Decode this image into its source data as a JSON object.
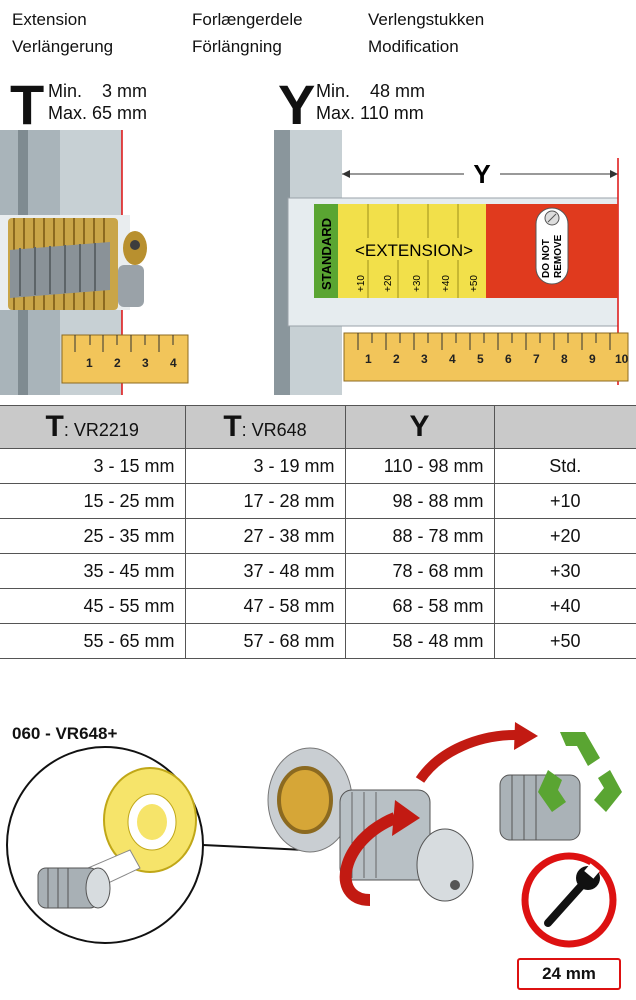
{
  "header": {
    "col1": [
      "Extension",
      "Verlängerung"
    ],
    "col2": [
      "Forlængerdele",
      "Förlängning"
    ],
    "col3": [
      "Verlengstukken",
      "Modification"
    ]
  },
  "left_spec": {
    "letter": "T",
    "min_label": "Min.",
    "min_value": "3 mm",
    "max_label": "Max.",
    "max_value": "65 mm"
  },
  "right_spec": {
    "letter": "Y",
    "min_label": "Min.",
    "min_value": "48 mm",
    "max_label": "Max.",
    "max_value": "110 mm"
  },
  "left_ruler_numbers": [
    "1",
    "2",
    "3",
    "4"
  ],
  "right_ruler_numbers": [
    "1",
    "2",
    "3",
    "4",
    "5",
    "6",
    "7",
    "8",
    "9",
    "10"
  ],
  "diagram": {
    "y_label": "Y",
    "standard_label": "STANDARD",
    "extension_label": "<EXTENSION>",
    "extension_marks": [
      "+10",
      "+20",
      "+30",
      "+40",
      "+50"
    ],
    "warning_label": [
      "DO NOT",
      "REMOVE"
    ]
  },
  "table": {
    "headers": [
      {
        "letter": "T",
        "text": ": VR2219"
      },
      {
        "letter": "T",
        "text": ": VR648"
      },
      {
        "letter": "Y",
        "text": ""
      },
      {
        "letter": "",
        "text": ""
      }
    ],
    "rows": [
      [
        "3 - 15 mm",
        "3 - 19 mm",
        "110 - 98 mm",
        "Std."
      ],
      [
        "15 - 25 mm",
        "17 - 28 mm",
        "98 - 88 mm",
        "+10"
      ],
      [
        "25 - 35 mm",
        "27 - 38 mm",
        "88 - 78 mm",
        "+20"
      ],
      [
        "35 - 45 mm",
        "37 - 48 mm",
        "78 - 68 mm",
        "+30"
      ],
      [
        "45 - 55 mm",
        "47 - 58 mm",
        "68 - 58 mm",
        "+40"
      ],
      [
        "55 - 65 mm",
        "57 - 68 mm",
        "58 - 48 mm",
        "+50"
      ]
    ]
  },
  "part_number": "060 - VR648+",
  "wrench_size": "24 mm",
  "colors": {
    "red": "#e03a1e",
    "yellow": "#f2e04a",
    "green": "#5aa532",
    "ruler": "#f2c55a",
    "wall": "#b9c3c8"
  }
}
